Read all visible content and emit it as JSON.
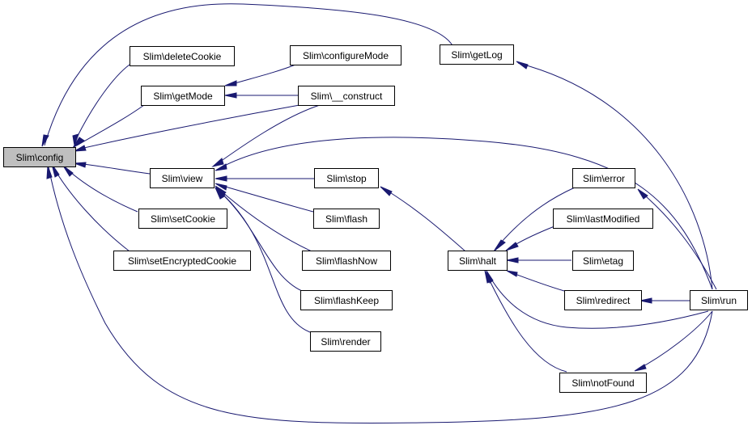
{
  "nodes": {
    "config": "Slim\\config",
    "deleteCookie": "Slim\\deleteCookie",
    "getMode": "Slim\\getMode",
    "view": "Slim\\view",
    "setCookie": "Slim\\setCookie",
    "setEncryptedCookie": "Slim\\setEncryptedCookie",
    "configureMode": "Slim\\configureMode",
    "construct": "Slim\\__construct",
    "stop": "Slim\\stop",
    "flash": "Slim\\flash",
    "flashNow": "Slim\\flashNow",
    "flashKeep": "Slim\\flashKeep",
    "render": "Slim\\render",
    "getLog": "Slim\\getLog",
    "halt": "Slim\\halt",
    "error": "Slim\\error",
    "lastModified": "Slim\\lastModified",
    "etag": "Slim\\etag",
    "redirect": "Slim\\redirect",
    "notFound": "Slim\\notFound",
    "run": "Slim\\run"
  }
}
